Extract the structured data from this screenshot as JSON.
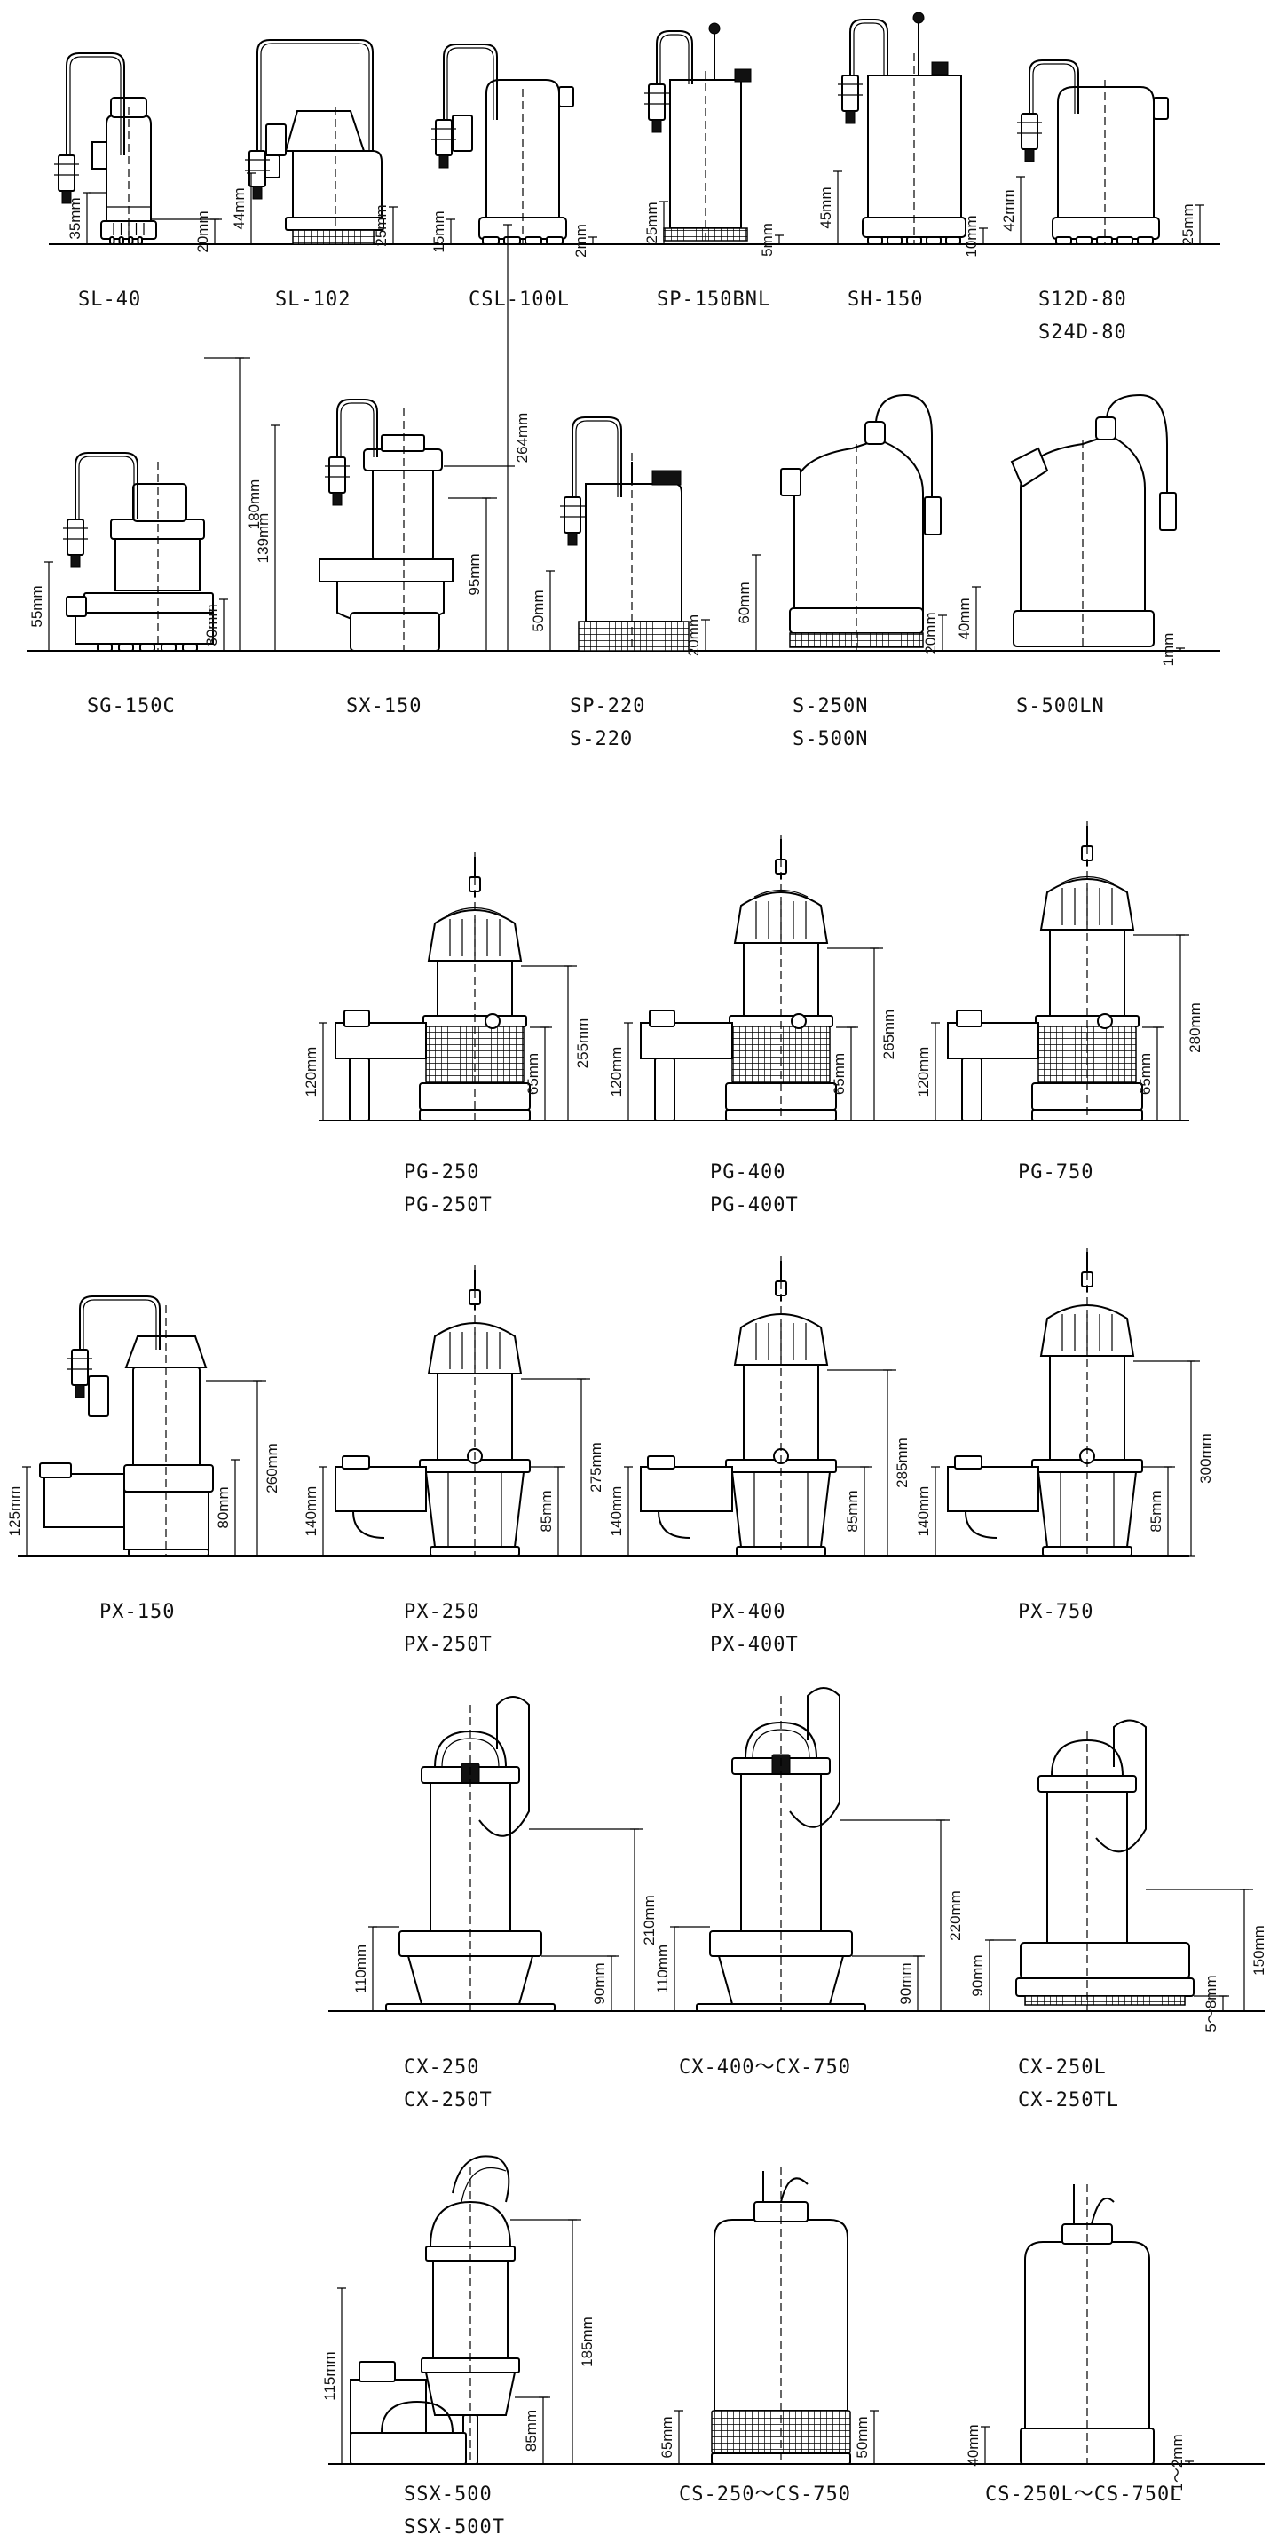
{
  "rows": [
    {
      "name": "row1",
      "models": [
        {
          "id": "sl40",
          "lines": [
            "SL-40"
          ],
          "dims": [
            "35mm",
            "20mm"
          ]
        },
        {
          "id": "sl102",
          "lines": [
            "SL-102"
          ],
          "dims": [
            "44mm",
            "25mm"
          ]
        },
        {
          "id": "csl100l",
          "lines": [
            "CSL-100L"
          ],
          "dims": [
            "15mm",
            "2mm"
          ]
        },
        {
          "id": "sp150bnl",
          "lines": [
            "SP-150BNL"
          ],
          "dims": [
            "25mm",
            "5mm"
          ]
        },
        {
          "id": "sh150",
          "lines": [
            "SH-150"
          ],
          "dims": [
            "45mm",
            "10mm"
          ]
        },
        {
          "id": "s12d80",
          "lines": [
            "S12D-80",
            "S24D-80"
          ],
          "dims": [
            "42mm",
            "25mm"
          ]
        }
      ]
    },
    {
      "name": "row2",
      "models": [
        {
          "id": "sg150c",
          "lines": [
            "SG-150C"
          ],
          "dims": [
            "55mm",
            "180mm",
            "30mm"
          ]
        },
        {
          "id": "sx150",
          "lines": [
            "SX-150"
          ],
          "dims": [
            "139mm",
            "264mm",
            "95mm"
          ]
        },
        {
          "id": "sp220",
          "lines": [
            "SP-220",
            "S-220"
          ],
          "dims": [
            "50mm",
            "20mm"
          ]
        },
        {
          "id": "s250n",
          "lines": [
            "S-250N",
            "S-500N"
          ],
          "dims": [
            "60mm",
            "20mm"
          ]
        },
        {
          "id": "s500ln",
          "lines": [
            "S-500LN"
          ],
          "dims": [
            "40mm",
            "1mm"
          ]
        }
      ]
    },
    {
      "name": "row3",
      "models": [
        {
          "id": "pg250",
          "lines": [
            "PG-250",
            "PG-250T"
          ],
          "dims": [
            "120mm",
            "255mm",
            "65mm"
          ]
        },
        {
          "id": "pg400",
          "lines": [
            "PG-400",
            "PG-400T"
          ],
          "dims": [
            "120mm",
            "265mm",
            "65mm"
          ]
        },
        {
          "id": "pg750",
          "lines": [
            "PG-750"
          ],
          "dims": [
            "120mm",
            "280mm",
            "65mm"
          ]
        }
      ]
    },
    {
      "name": "row4",
      "models": [
        {
          "id": "px150",
          "lines": [
            "PX-150"
          ],
          "dims": [
            "125mm",
            "260mm",
            "80mm"
          ]
        },
        {
          "id": "px250",
          "lines": [
            "PX-250",
            "PX-250T"
          ],
          "dims": [
            "140mm",
            "275mm",
            "85mm"
          ]
        },
        {
          "id": "px400",
          "lines": [
            "PX-400",
            "PX-400T"
          ],
          "dims": [
            "140mm",
            "285mm",
            "85mm"
          ]
        },
        {
          "id": "px750",
          "lines": [
            "PX-750"
          ],
          "dims": [
            "140mm",
            "300mm",
            "85mm"
          ]
        }
      ]
    },
    {
      "name": "row5",
      "models": [
        {
          "id": "cx250",
          "lines": [
            "CX-250",
            "CX-250T"
          ],
          "dims": [
            "110mm",
            "210mm",
            "90mm"
          ]
        },
        {
          "id": "cx400",
          "lines": [
            "CX-400～CX-750"
          ],
          "dims": [
            "110mm",
            "220mm",
            "90mm"
          ]
        },
        {
          "id": "cx250l",
          "lines": [
            "CX-250L",
            "CX-250TL"
          ],
          "dims": [
            "90mm",
            "150mm",
            "5～8mm"
          ]
        }
      ]
    },
    {
      "name": "row6",
      "models": [
        {
          "id": "ssx500",
          "lines": [
            "SSX-500",
            "SSX-500T"
          ],
          "dims": [
            "115mm",
            "185mm",
            "85mm"
          ]
        },
        {
          "id": "cs250",
          "lines": [
            "CS-250～CS-750"
          ],
          "dims": [
            "65mm",
            "50mm"
          ]
        },
        {
          "id": "cs250l",
          "lines": [
            "CS-250L～CS-750L"
          ],
          "dims": [
            "40mm",
            "1～2mm"
          ]
        }
      ]
    }
  ]
}
